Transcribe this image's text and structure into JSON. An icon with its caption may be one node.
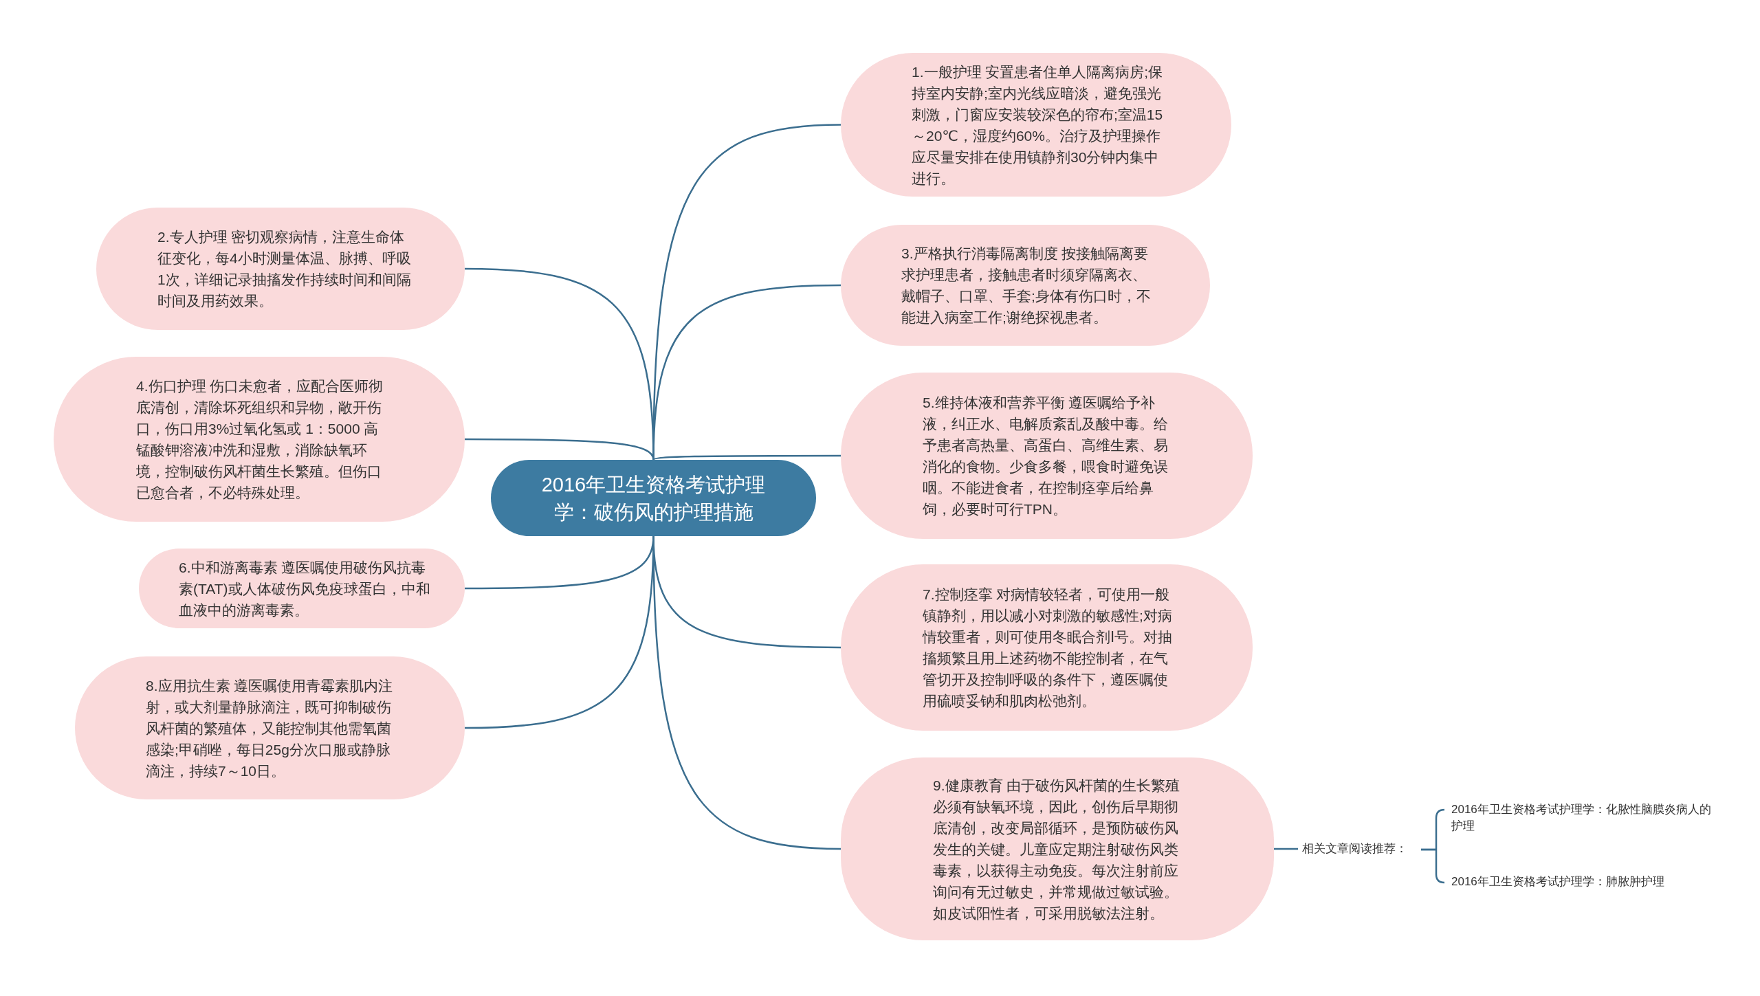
{
  "diagram": {
    "nodes": [
      {
        "text": [
          "2016年卫生资格考试护理学：破伤风的护理措施"
        ]
      },
      {
        "text": [
          "1.一般护理 安置患者住单人隔离病房;保持室内安静;室内光线应暗淡，避免强光刺激，门窗应安装较深色的帘布;室温15～20℃，湿度约60%。治疗及护理操作应尽量安排在使用镇静剂30分钟内集中进行。"
        ]
      },
      {
        "text": [
          "2.专人护理 密切观察病情，注意生命体征变化，每4小时测量体温、脉搏、呼吸1次，详细记录抽搐发作持续时间和间隔时间及用药效果。"
        ]
      },
      {
        "text": [
          "3.严格执行消毒隔离制度 按接触隔离要求护理患者，接触患者时须穿隔离衣、戴帽子、口罩、手套;身体有伤口时，不能进入病室工作;谢绝探视患者。"
        ]
      },
      {
        "text": [
          "4.伤口护理 伤口未愈者，应配合医师彻底清创，清除坏死组织和异物，敞开伤口，伤口用3%过氧化氢或 1：5000 高锰酸钾溶液冲洗和湿敷，消除缺氧环境，控制破伤风杆菌生长繁殖。但伤口已愈合者，不必特殊处理。"
        ]
      },
      {
        "text": [
          "5.维持体液和营养平衡 遵医嘱给予补液，纠正水、电解质紊乱及酸中毒。给予患者高热量、高蛋白、高维生素、易消化的食物。少食多餐，喂食时避免误咽。不能进食者，在控制痉挛后给鼻饲，必要时可行TPN。"
        ]
      },
      {
        "text": [
          "6.中和游离毒素 遵医嘱使用破伤风抗毒素(TAT)或人体破伤风免疫球蛋白，中和血液中的游离毒素。"
        ]
      },
      {
        "text": [
          "7.控制痉挛 对病情较轻者，可使用一般镇静剂，用以减小对刺激的敏感性;对病情较重者，则可使用冬眠合剂Ⅰ号。对抽搐频繁且用上述药物不能控制者，在气管切开及控制呼吸的条件下，遵医嘱使用硫喷妥钠和肌肉松弛剂。"
        ]
      },
      {
        "text": [
          "8.应用抗生素 遵医嘱使用青霉素肌内注射，或大剂量静脉滴注，既可抑制破伤风杆菌的繁殖体，又能控制其他需氧菌感染;甲硝唑，每日25g分次口服或静脉滴注，持续7～10日。"
        ]
      },
      {
        "text": [
          "9.健康教育 由于破伤风杆菌的生长繁殖必须有缺氧环境，因此，创伤后早期彻底清创，改变局部循环，是预防破伤风发生的关键。儿童应定期注射破伤风类毒素，以获得主动免疫。每次注射前应询问有无过敏史，并常规做过敏试验。如皮试阳性者，可采用脱敏法注射。"
        ]
      },
      {
        "text": [
          "相关文章阅读推荐："
        ]
      },
      {
        "text": [
          "2016年卫生资格考试护理学：化脓性脑膜炎病人的护理"
        ]
      },
      {
        "text": [
          "2016年卫生资格考试护理学：肺脓肿护理"
        ]
      }
    ],
    "edges": [
      {
        "from": 0,
        "to": 1,
        "arrow": "none"
      },
      {
        "from": 0,
        "to": 2,
        "arrow": "none"
      },
      {
        "from": 0,
        "to": 3,
        "arrow": "none"
      },
      {
        "from": 0,
        "to": 4,
        "arrow": "none"
      },
      {
        "from": 0,
        "to": 5,
        "arrow": "none"
      },
      {
        "from": 0,
        "to": 6,
        "arrow": "none"
      },
      {
        "from": 0,
        "to": 7,
        "arrow": "none"
      },
      {
        "from": 0,
        "to": 8,
        "arrow": "none"
      },
      {
        "from": 0,
        "to": 9,
        "arrow": "none"
      },
      {
        "from": 9,
        "to": 10,
        "arrow": "none"
      },
      {
        "from": 10,
        "to": 11,
        "arrow": "none"
      },
      {
        "from": 10,
        "to": 12,
        "arrow": "none"
      }
    ]
  }
}
